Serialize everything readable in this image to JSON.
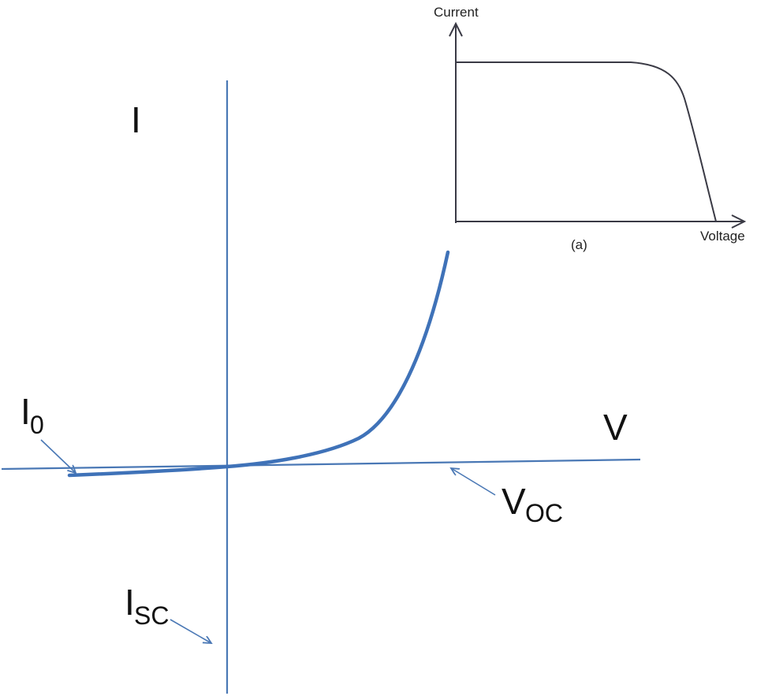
{
  "main_diagram": {
    "labels": {
      "current_axis": "I",
      "voltage_axis": "V",
      "saturation": {
        "main": "I",
        "sub": "0"
      },
      "open_circuit": {
        "main": "V",
        "sub": "OC"
      },
      "short_circuit": {
        "main": "I",
        "sub": "SC"
      }
    },
    "colors": {
      "line": "#4a78b5",
      "curve": "#3f72b8"
    }
  },
  "inset_diagram": {
    "y_label": "Current",
    "x_label": "Voltage",
    "caption": "(a)",
    "colors": {
      "line": "#3a3a45"
    }
  }
}
